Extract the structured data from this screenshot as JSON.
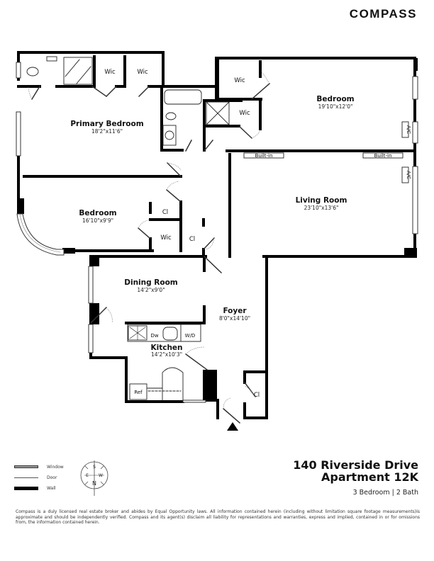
{
  "brand": {
    "logo_text": "COMPASS"
  },
  "floorplan": {
    "rooms": [
      {
        "id": "primary-bedroom",
        "name": "Primary Bedroom",
        "dimensions": "18'2\"x11'6\""
      },
      {
        "id": "bedroom-east",
        "name": "Bedroom",
        "dimensions": "19'10\"x12'0\""
      },
      {
        "id": "bedroom-west",
        "name": "Bedroom",
        "dimensions": "16'10\"x9'9\""
      },
      {
        "id": "living-room",
        "name": "Living Room",
        "dimensions": "23'10\"x13'6\""
      },
      {
        "id": "dining-room",
        "name": "Dining Room",
        "dimensions": "14'2\"x9'0\""
      },
      {
        "id": "foyer",
        "name": "Foyer",
        "dimensions": "8'0\"x14'10\""
      },
      {
        "id": "kitchen",
        "name": "Kitchen",
        "dimensions": "14'2\"x10'3\""
      }
    ],
    "small_labels": {
      "wic": "Wic",
      "closet": "Cl",
      "built_in": "Built-in",
      "ac": "A/C",
      "dishwasher": "Dw",
      "washer_dryer": "W/D",
      "refrigerator": "Ref"
    }
  },
  "legend": {
    "items": [
      {
        "label": "Window"
      },
      {
        "label": "Door"
      },
      {
        "label": "Wall"
      }
    ]
  },
  "compass": {
    "north": "N",
    "south": "S",
    "east": "E",
    "west": "W"
  },
  "listing": {
    "address_line1": "140 Riverside Drive",
    "address_line2": "Apartment 12K",
    "summary": "3 Bedroom | 2 Bath"
  },
  "disclaimer": "Compass is a duly licensed real estate broker and abides by Equal Opportunity laws. All information contained herein (including without limitation square footage measurements)is approximate and should be independently verified. Compass and its agent(s) disclaim all liability for representations and warranties, express and implied, contained in or for omissions from, the information contained herein."
}
